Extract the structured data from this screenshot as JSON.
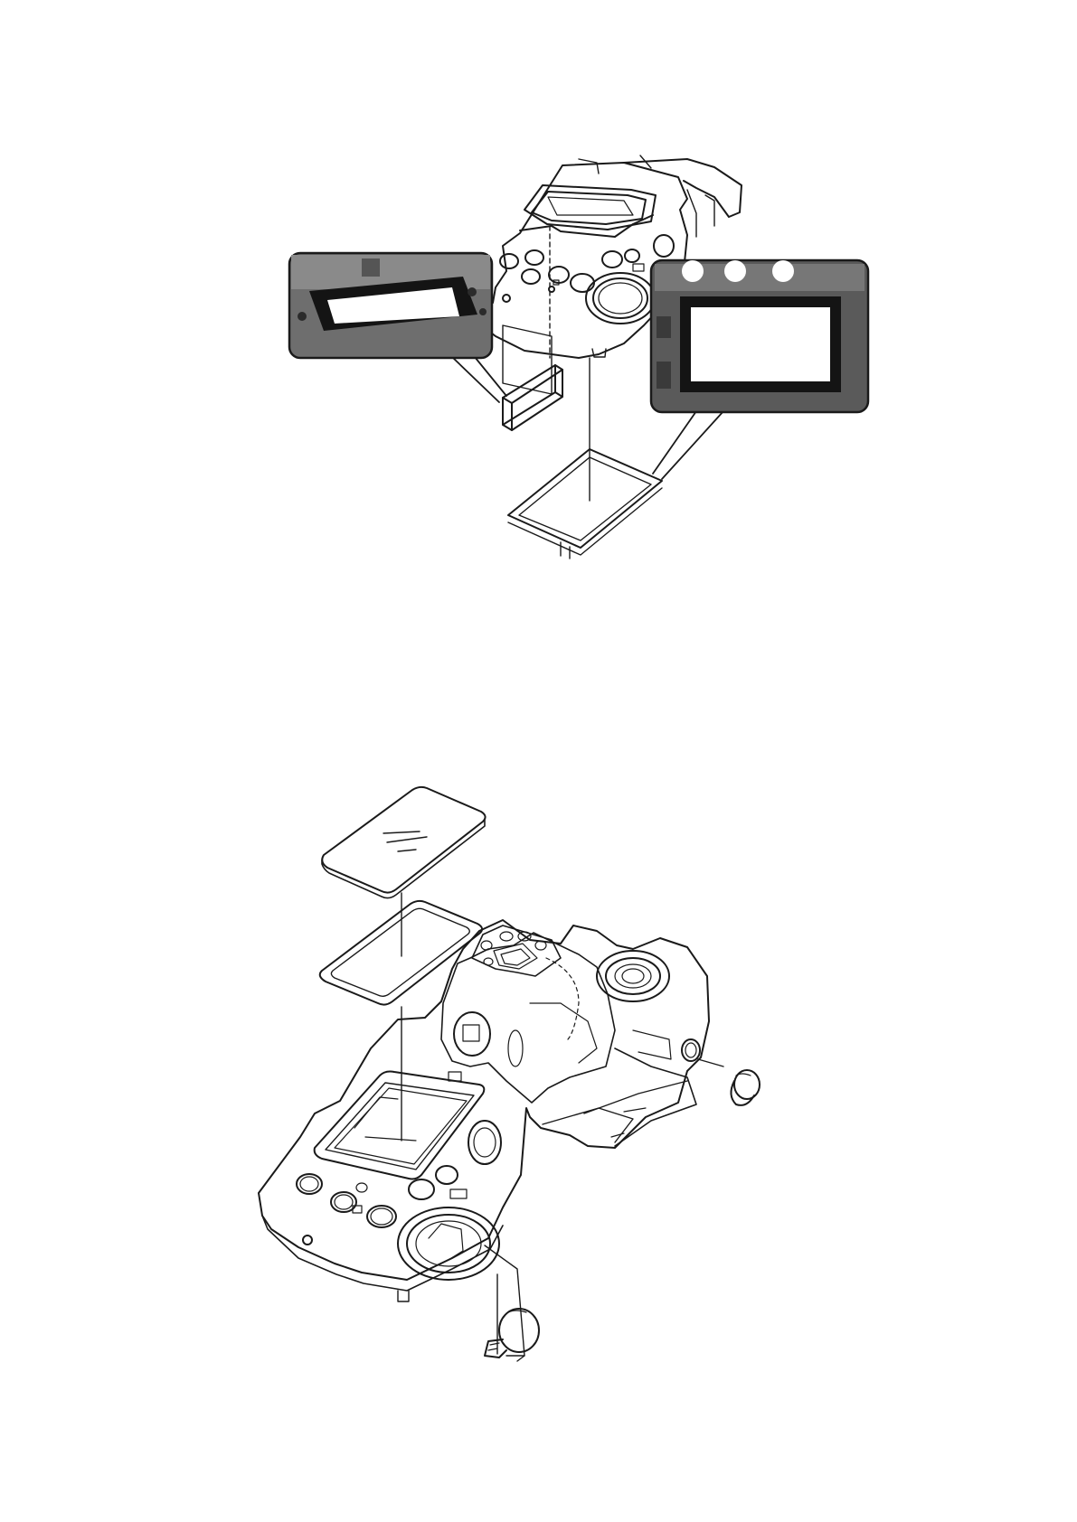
{
  "page": {
    "background": "#ffffff",
    "line_color": "#1a1a1a",
    "photo_dark": "#2b2b2b",
    "photo_mid": "#6e6e6e",
    "foam_color": "#141414"
  },
  "figures": [
    {
      "name": "upper-exploded-view",
      "parts": [
        "top-cover-front",
        "small-window-gasket",
        "lcd-gasket",
        "viewfinder-foam-photo",
        "lcd-foam-photo"
      ],
      "callouts": 2
    },
    {
      "name": "lower-exploded-view",
      "parts": [
        "lcd-window-glass",
        "lcd-window-gasket",
        "top-cover-assembly",
        "round-cap",
        "release-lever-cap"
      ],
      "leaders": 4
    }
  ]
}
